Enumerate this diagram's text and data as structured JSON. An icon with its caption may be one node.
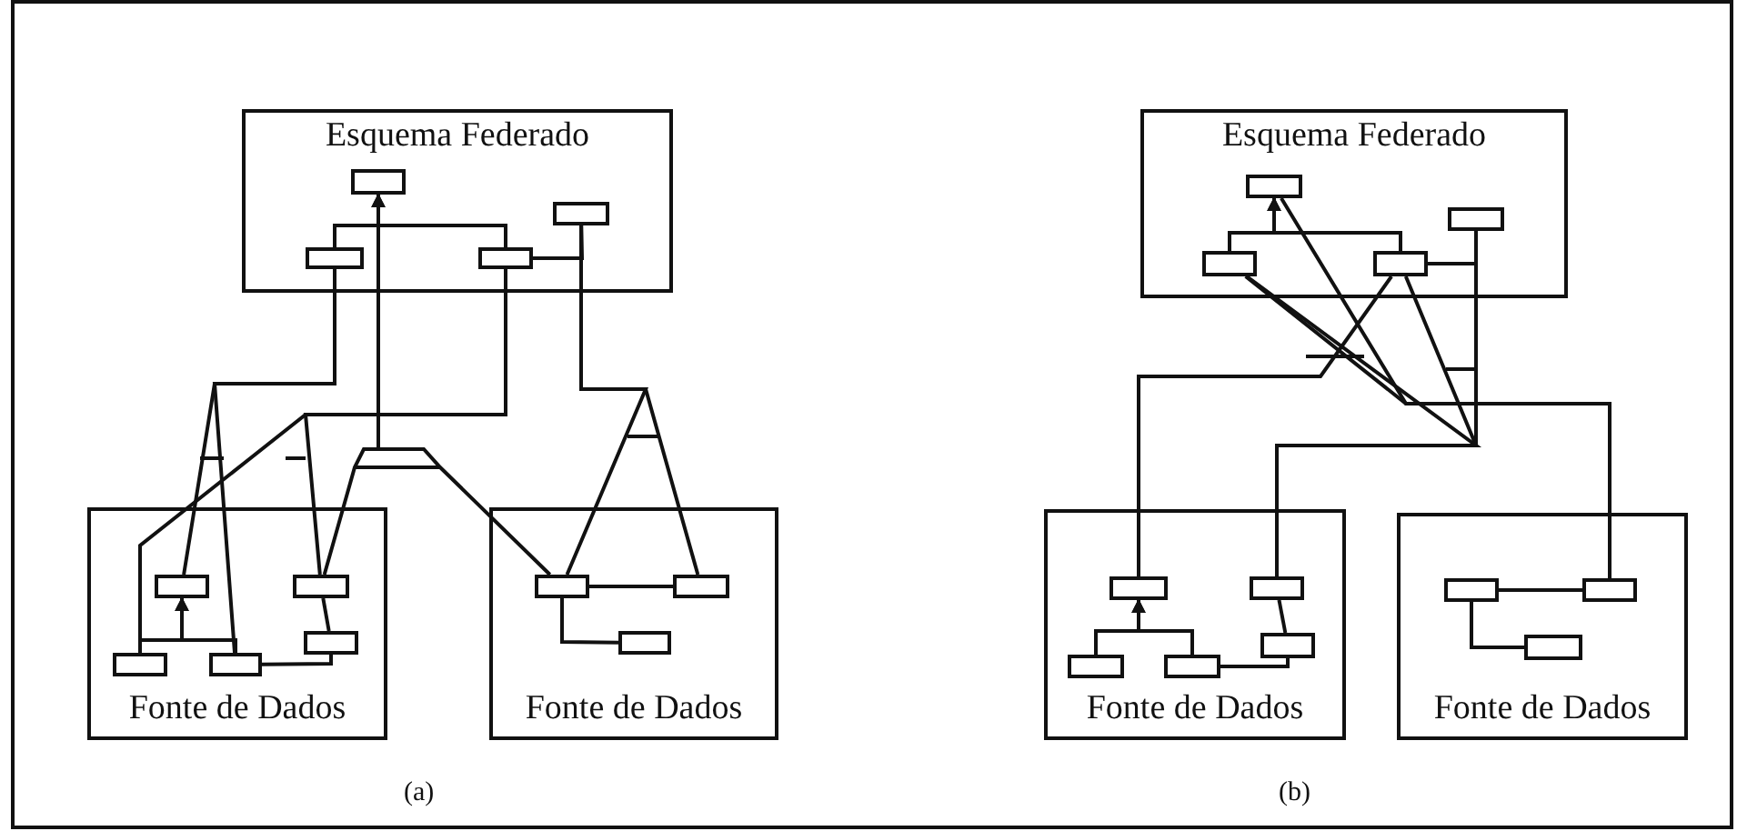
{
  "diagram": {
    "nodes": [
      {
        "text": [
          "Esquema Federado"
        ]
      },
      {
        "text": [],
        "shape": "box",
        "in": 0
      },
      {
        "text": [],
        "shape": "box",
        "in": 0
      },
      {
        "text": [],
        "shape": "box",
        "in": 0
      },
      {
        "text": [],
        "shape": "box",
        "in": 0
      },
      {
        "text": [
          "Esquema Federado"
        ]
      },
      {
        "text": [],
        "shape": "box",
        "in": 5
      },
      {
        "text": [],
        "shape": "box",
        "in": 5
      },
      {
        "text": [],
        "shape": "box",
        "in": 5
      },
      {
        "text": [],
        "shape": "box",
        "in": 5
      },
      {
        "text": [
          "Fonte de Dados"
        ]
      },
      {
        "text": [],
        "shape": "box",
        "in": 10
      },
      {
        "text": [],
        "shape": "box",
        "in": 10
      },
      {
        "text": [],
        "shape": "box",
        "in": 10
      },
      {
        "text": [],
        "shape": "box",
        "in": 10
      },
      {
        "text": [],
        "shape": "box",
        "in": 10
      },
      {
        "text": [
          "Fonte de Dados"
        ]
      },
      {
        "text": [],
        "shape": "box",
        "in": 16
      },
      {
        "text": [],
        "shape": "box",
        "in": 16
      },
      {
        "text": [],
        "shape": "box",
        "in": 16
      },
      {
        "text": [
          "Fonte de Dados"
        ]
      },
      {
        "text": [],
        "shape": "box",
        "in": 20
      },
      {
        "text": [],
        "shape": "box",
        "in": 20
      },
      {
        "text": [],
        "shape": "box",
        "in": 20
      },
      {
        "text": [],
        "shape": "box",
        "in": 20
      },
      {
        "text": [],
        "shape": "box",
        "in": 20
      },
      {
        "text": [
          "Fonte de Dados"
        ]
      },
      {
        "text": [],
        "shape": "box",
        "in": 26
      },
      {
        "text": [],
        "shape": "box",
        "in": 26
      },
      {
        "text": [],
        "shape": "box",
        "in": 26
      }
    ],
    "edges": [
      {
        "from": 3,
        "to": 1,
        "arrow": "to"
      },
      {
        "from": 4,
        "to": 1,
        "arrow": "to"
      },
      {
        "from": 4,
        "to": 2,
        "arrow": "none"
      },
      {
        "from": 14,
        "to": 11,
        "arrow": "to"
      },
      {
        "from": 15,
        "to": 11,
        "arrow": "to"
      },
      {
        "from": 15,
        "to": 13,
        "arrow": "none"
      },
      {
        "from": 13,
        "to": 12,
        "arrow": "none"
      },
      {
        "from": 17,
        "to": 18,
        "arrow": "none"
      },
      {
        "from": 17,
        "to": 19,
        "arrow": "none"
      },
      {
        "from": 3,
        "to": 11,
        "arrow": "none"
      },
      {
        "from": 3,
        "to": 15,
        "arrow": "none"
      },
      {
        "from": 4,
        "to": 12,
        "arrow": "none"
      },
      {
        "from": 4,
        "to": 14,
        "arrow": "none"
      },
      {
        "from": 1,
        "to": 12,
        "arrow": "none"
      },
      {
        "from": 1,
        "to": 17,
        "arrow": "none"
      },
      {
        "from": 2,
        "to": 17,
        "arrow": "none"
      },
      {
        "from": 2,
        "to": 18,
        "arrow": "none"
      },
      {
        "from": 8,
        "to": 6,
        "arrow": "to"
      },
      {
        "from": 9,
        "to": 6,
        "arrow": "to"
      },
      {
        "from": 9,
        "to": 7,
        "arrow": "none"
      },
      {
        "from": 24,
        "to": 21,
        "arrow": "to"
      },
      {
        "from": 25,
        "to": 21,
        "arrow": "to"
      },
      {
        "from": 25,
        "to": 23,
        "arrow": "none"
      },
      {
        "from": 23,
        "to": 22,
        "arrow": "none"
      },
      {
        "from": 27,
        "to": 28,
        "arrow": "none"
      },
      {
        "from": 27,
        "to": 29,
        "arrow": "none"
      },
      {
        "from": 9,
        "to": 21,
        "arrow": "none"
      },
      {
        "from": 8,
        "to": 28,
        "arrow": "none"
      },
      {
        "from": 6,
        "to": 28,
        "arrow": "none"
      },
      {
        "from": 8,
        "to": 22,
        "arrow": "none"
      },
      {
        "from": 9,
        "to": 22,
        "arrow": "none"
      },
      {
        "from": 7,
        "to": 22,
        "arrow": "none"
      }
    ],
    "labels": [
      "(a)",
      "(b)"
    ]
  }
}
